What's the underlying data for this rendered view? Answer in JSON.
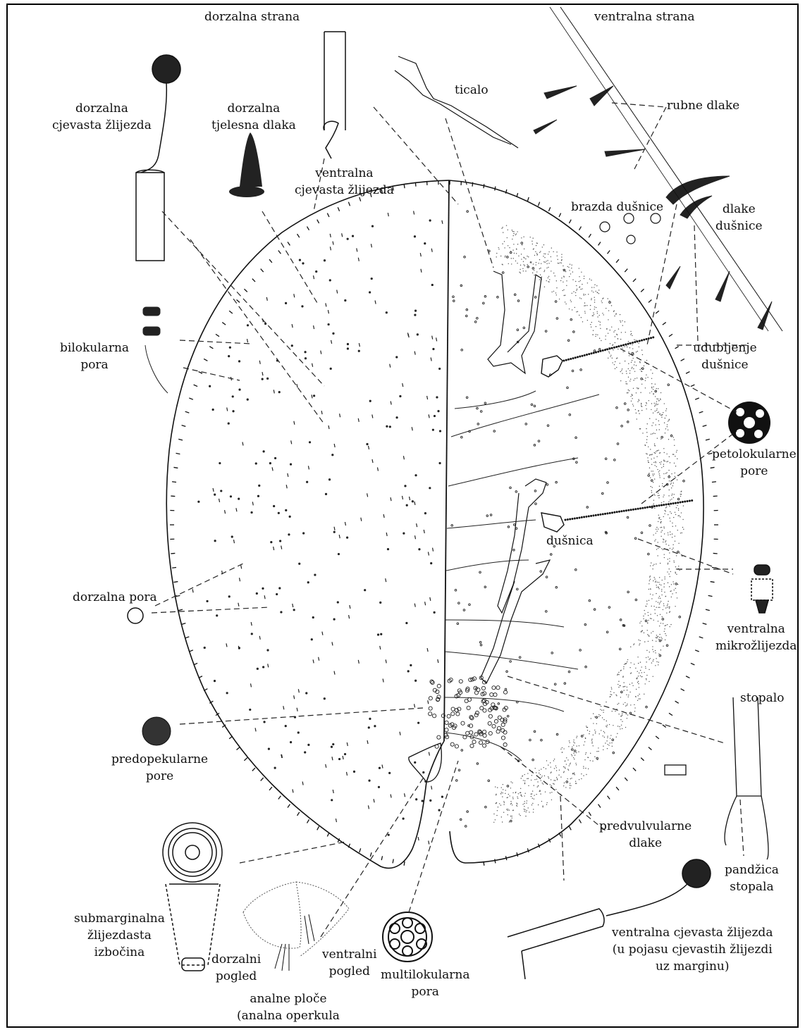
{
  "headers": {
    "dorsal": "dorzalna strana",
    "ventral": "ventralna strana"
  },
  "labels": {
    "dorzalna_cjevasta": [
      "dorzalna",
      "cjevasta žlijezda"
    ],
    "dorzalna_dlaka": [
      "dorzalna",
      "tjelesna dlaka"
    ],
    "ventralna_cjevasta_top": [
      "ventralna",
      "cjevasta žlijezda"
    ],
    "ticalo": "ticalo",
    "rubne_dlake": "rubne dlake",
    "brazda_dusnice": "brazda dušnice",
    "dlake_dusnice": [
      "dlake",
      "dušnice"
    ],
    "bilokularna": [
      "bilokularna",
      "pora"
    ],
    "udubljenje": [
      "udubljenje",
      "dušnice"
    ],
    "petolokularne": [
      "petolokularne",
      "pore"
    ],
    "dusnica": "dušnica",
    "dorzalna_pora": [
      "dorzalna pora"
    ],
    "ventralna_mikro": [
      "ventralna",
      "mikrožlijezda"
    ],
    "stopalo": "stopalo",
    "predopekularne": [
      "predopekularne",
      "pore"
    ],
    "predvulvularne": [
      "predvulvularne",
      "dlake"
    ],
    "pandzica": [
      "pandžica",
      "stopala"
    ],
    "submarginalna": [
      "submarginalna",
      "žlijezdasta",
      "izbočina"
    ],
    "dorzalni_pogled": [
      "dorzalni",
      "pogled"
    ],
    "ventralni_pogled": [
      "ventralni",
      "pogled"
    ],
    "analne_ploce": [
      "analne ploče",
      "(analna operkula"
    ],
    "multilokularna": [
      "multilokularna",
      "pora"
    ],
    "ventralna_cjevasta_bottom": [
      "ventralna cjevasta žlijezda",
      "(u pojasu cjevastih žlijezdi",
      "uz marginu)"
    ]
  }
}
